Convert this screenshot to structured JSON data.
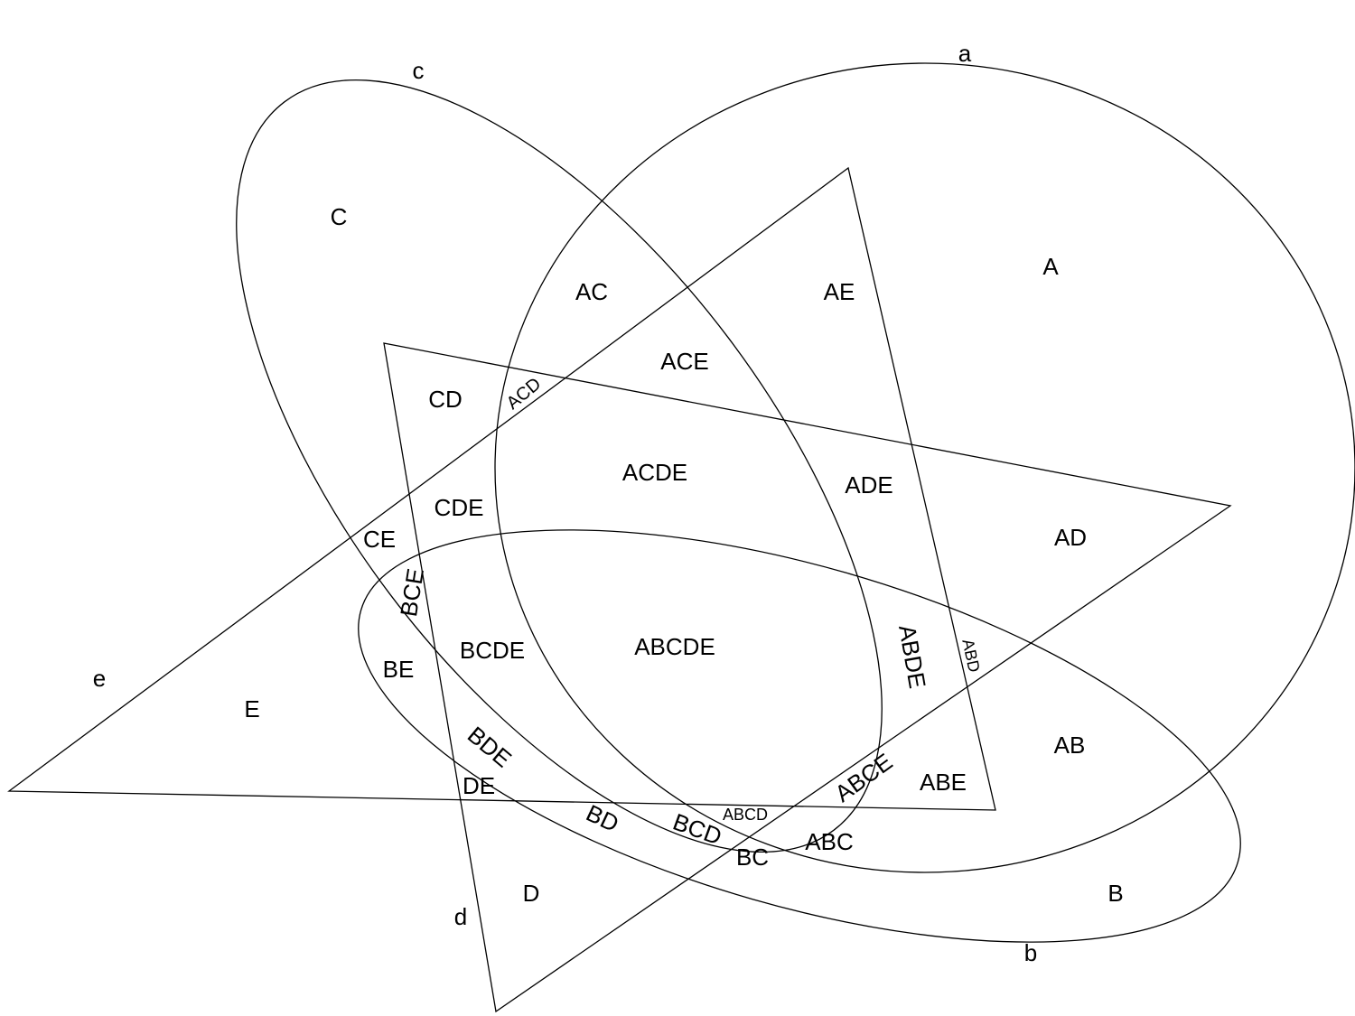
{
  "set_labels": {
    "a": "a",
    "b": "b",
    "c": "c",
    "d": "d",
    "e": "e"
  },
  "regions": {
    "A": "A",
    "B": "B",
    "C": "C",
    "D": "D",
    "E": "E",
    "AB": "AB",
    "AC": "AC",
    "AD": "AD",
    "AE": "AE",
    "BC": "BC",
    "BD": "BD",
    "BE": "BE",
    "CD": "CD",
    "CE": "CE",
    "DE": "DE",
    "ABC": "ABC",
    "ABD": "ABD",
    "ABE": "ABE",
    "ACD": "ACD",
    "ACE": "ACE",
    "ADE": "ADE",
    "BCD": "BCD",
    "BCE": "BCE",
    "BDE": "BDE",
    "CDE": "CDE",
    "ABCD": "ABCD",
    "ABCE": "ABCE",
    "ABDE": "ABDE",
    "ACDE": "ACDE",
    "BCDE": "BCDE",
    "ABCDE": "ABCDE"
  }
}
